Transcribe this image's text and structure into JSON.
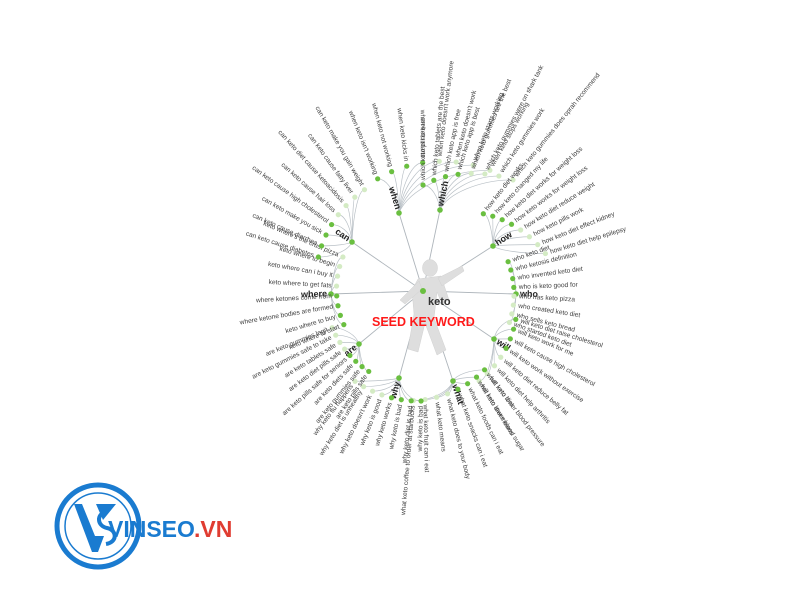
{
  "center": {
    "label": "keto"
  },
  "seed_label": "SEED KEYWORD",
  "brand": {
    "part1": "VINSEO",
    "part2": ".VN"
  },
  "colors": {
    "node_dark": "#6abf40",
    "node_light": "#d4ebc4",
    "seed": "#ff1a1a",
    "brand_blue": "#1a7bd0",
    "brand_red": "#e03c31",
    "link": "#b9c0c6"
  },
  "branches": [
    {
      "label": "when",
      "items": [
        "when keto isn't working",
        "when keto not working",
        "when keto kicks in",
        "when keto starts",
        "when keto doesn't work anymore",
        "when keto doesn't work",
        "when keto starts working",
        "when keto stops working"
      ]
    },
    {
      "label": "which",
      "items": [
        "which keto pill is best",
        "which keto tablets are the best",
        "which keto app is free",
        "which keto app is best",
        "which keto gummies are the best",
        "which keto gummies were on shark tank",
        "which keto gummies work",
        "which keto gummies does oprah recommend"
      ]
    },
    {
      "label": "how",
      "items": [
        "how keto diet works",
        "how keto changed my life",
        "how keto diet works for weight loss",
        "how keto works for weight loss",
        "how keto diet reduce weight",
        "how keto pills work",
        "how keto diet effect kidney",
        "how keto diet help epilepsy"
      ]
    },
    {
      "label": "who",
      "items": [
        "who keto diet",
        "who ketosis definition",
        "who invented keto diet",
        "who is keto good for",
        "who has keto pizza",
        "who created keto diet",
        "who sells keto bread",
        "who started keto diet"
      ]
    },
    {
      "label": "will",
      "items": [
        "will keto diet raise cholesterol",
        "will keto work for me",
        "will keto cause high cholesterol",
        "will keto work without exercise",
        "will keto diet reduce belly fat",
        "will keto diet help arthritis",
        "will keto lower blood pressure",
        "will keto lower blood sugar"
      ]
    },
    {
      "label": "what",
      "items": [
        "what keto diet",
        "what keto diet means",
        "what keto foods can i eat",
        "what keto snacks can i eat",
        "what keto does to your body",
        "what keto means",
        "what keto fruit can i eat",
        "what keto coffee to order at starbucks"
      ]
    },
    {
      "label": "why",
      "items": [
        "why keto is bad",
        "why keto diet is bad",
        "why keto is bad",
        "why keto works",
        "why keto is good",
        "why keto doesn't work",
        "why keto diet is unhealthy",
        "why keto flu happens"
      ]
    },
    {
      "label": "are",
      "items": [
        "are keto pills safe",
        "are keto gummies safe",
        "are keto diets safe",
        "are keto pills safe for seniors",
        "are keto diet pills safe",
        "are keto tablets safe",
        "are keto gummies safe to take",
        "are keto gummies legit"
      ]
    },
    {
      "label": "where",
      "items": [
        "keto where to start",
        "keto where to buy",
        "where ketone bodies are formed",
        "where ketones come from",
        "keto where to get fats",
        "keto where can i buy it",
        "keto where to begin",
        "keto where's the crust pizza"
      ]
    },
    {
      "label": "can",
      "items": [
        "can keto cause diabetes",
        "can keto cause diarrhea",
        "can keto make you sick",
        "can keto cause high cholesterol",
        "can keto cause hair loss",
        "can keto diet cause ketoacidosis",
        "can keto cause fatty liver",
        "can keto make you gain weight"
      ]
    }
  ]
}
